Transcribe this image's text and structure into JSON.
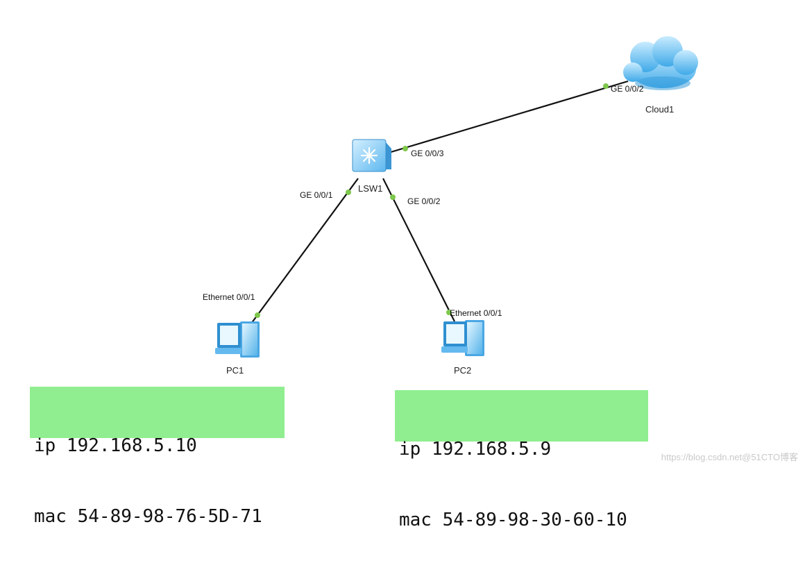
{
  "devices": {
    "cloud": {
      "label": "Cloud1",
      "icon": "cloud-icon"
    },
    "switch": {
      "label": "LSW1",
      "icon": "switch-icon"
    },
    "pc1": {
      "label": "PC1",
      "icon": "pc-icon"
    },
    "pc2": {
      "label": "PC2",
      "icon": "pc-icon"
    }
  },
  "ports": {
    "cloud_ge002": "GE 0/0/2",
    "lsw_ge003": "GE 0/0/3",
    "lsw_ge001": "GE 0/0/1",
    "lsw_ge002": "GE 0/0/2",
    "pc1_eth001": "Ethernet 0/0/1",
    "pc2_eth001": "Ethernet 0/0/1"
  },
  "notes": {
    "pc1": {
      "ip": "ip 192.168.5.10",
      "mac": "mac 54-89-98-76-5D-71"
    },
    "pc2": {
      "ip": "ip 192.168.5.9",
      "mac": "mac 54-89-98-30-60-10"
    }
  },
  "watermark": "https://blog.csdn.net@51CTO博客",
  "colors": {
    "link": "#111111",
    "port_dot": "#7ec84b",
    "note_bg": "#90ee90",
    "device_blue": "#5aaee6"
  }
}
